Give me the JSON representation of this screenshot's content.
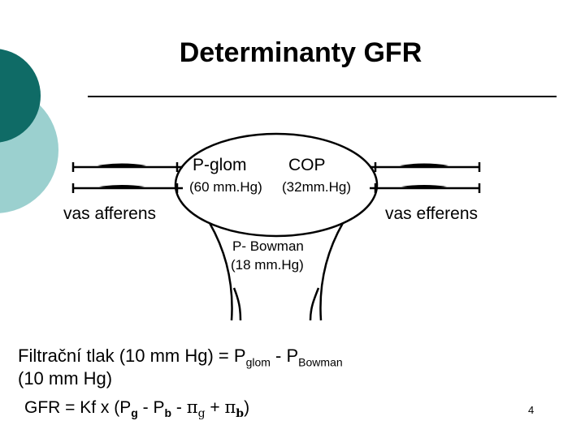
{
  "slide": {
    "title": "Determinanty GFR",
    "page_number": "4"
  },
  "diagram": {
    "p_glom_label": "P-glom",
    "p_glom_value": "(60 mm.Hg)",
    "cop_label": "COP",
    "cop_value": "(32mm.Hg)",
    "vas_afferens": "vas afferens",
    "vas_efferens": "vas efferens",
    "p_bowman_label": "P- Bowman",
    "p_bowman_value": "(18 mm.Hg)"
  },
  "formula1": {
    "prefix": "Filtrační tlak (10 mm Hg) = P",
    "sub1": "glom",
    "mid": " - P",
    "sub2": "Bowman",
    "line2": "(10 mm Hg)"
  },
  "formula2": {
    "part1": "GFR = Kf x (P",
    "sub_g": "g",
    "part2": " - P",
    "sub_b": "b",
    "part3": " - ",
    "pi1": "π",
    "sub_pi_g": "g",
    "part4": " + ",
    "pi2": "π",
    "sub_pi_b": "b",
    "close": ")"
  },
  "colors": {
    "teal_dark": "#0f6b66",
    "teal_light": "#9bd0cf",
    "line": "#000000"
  }
}
